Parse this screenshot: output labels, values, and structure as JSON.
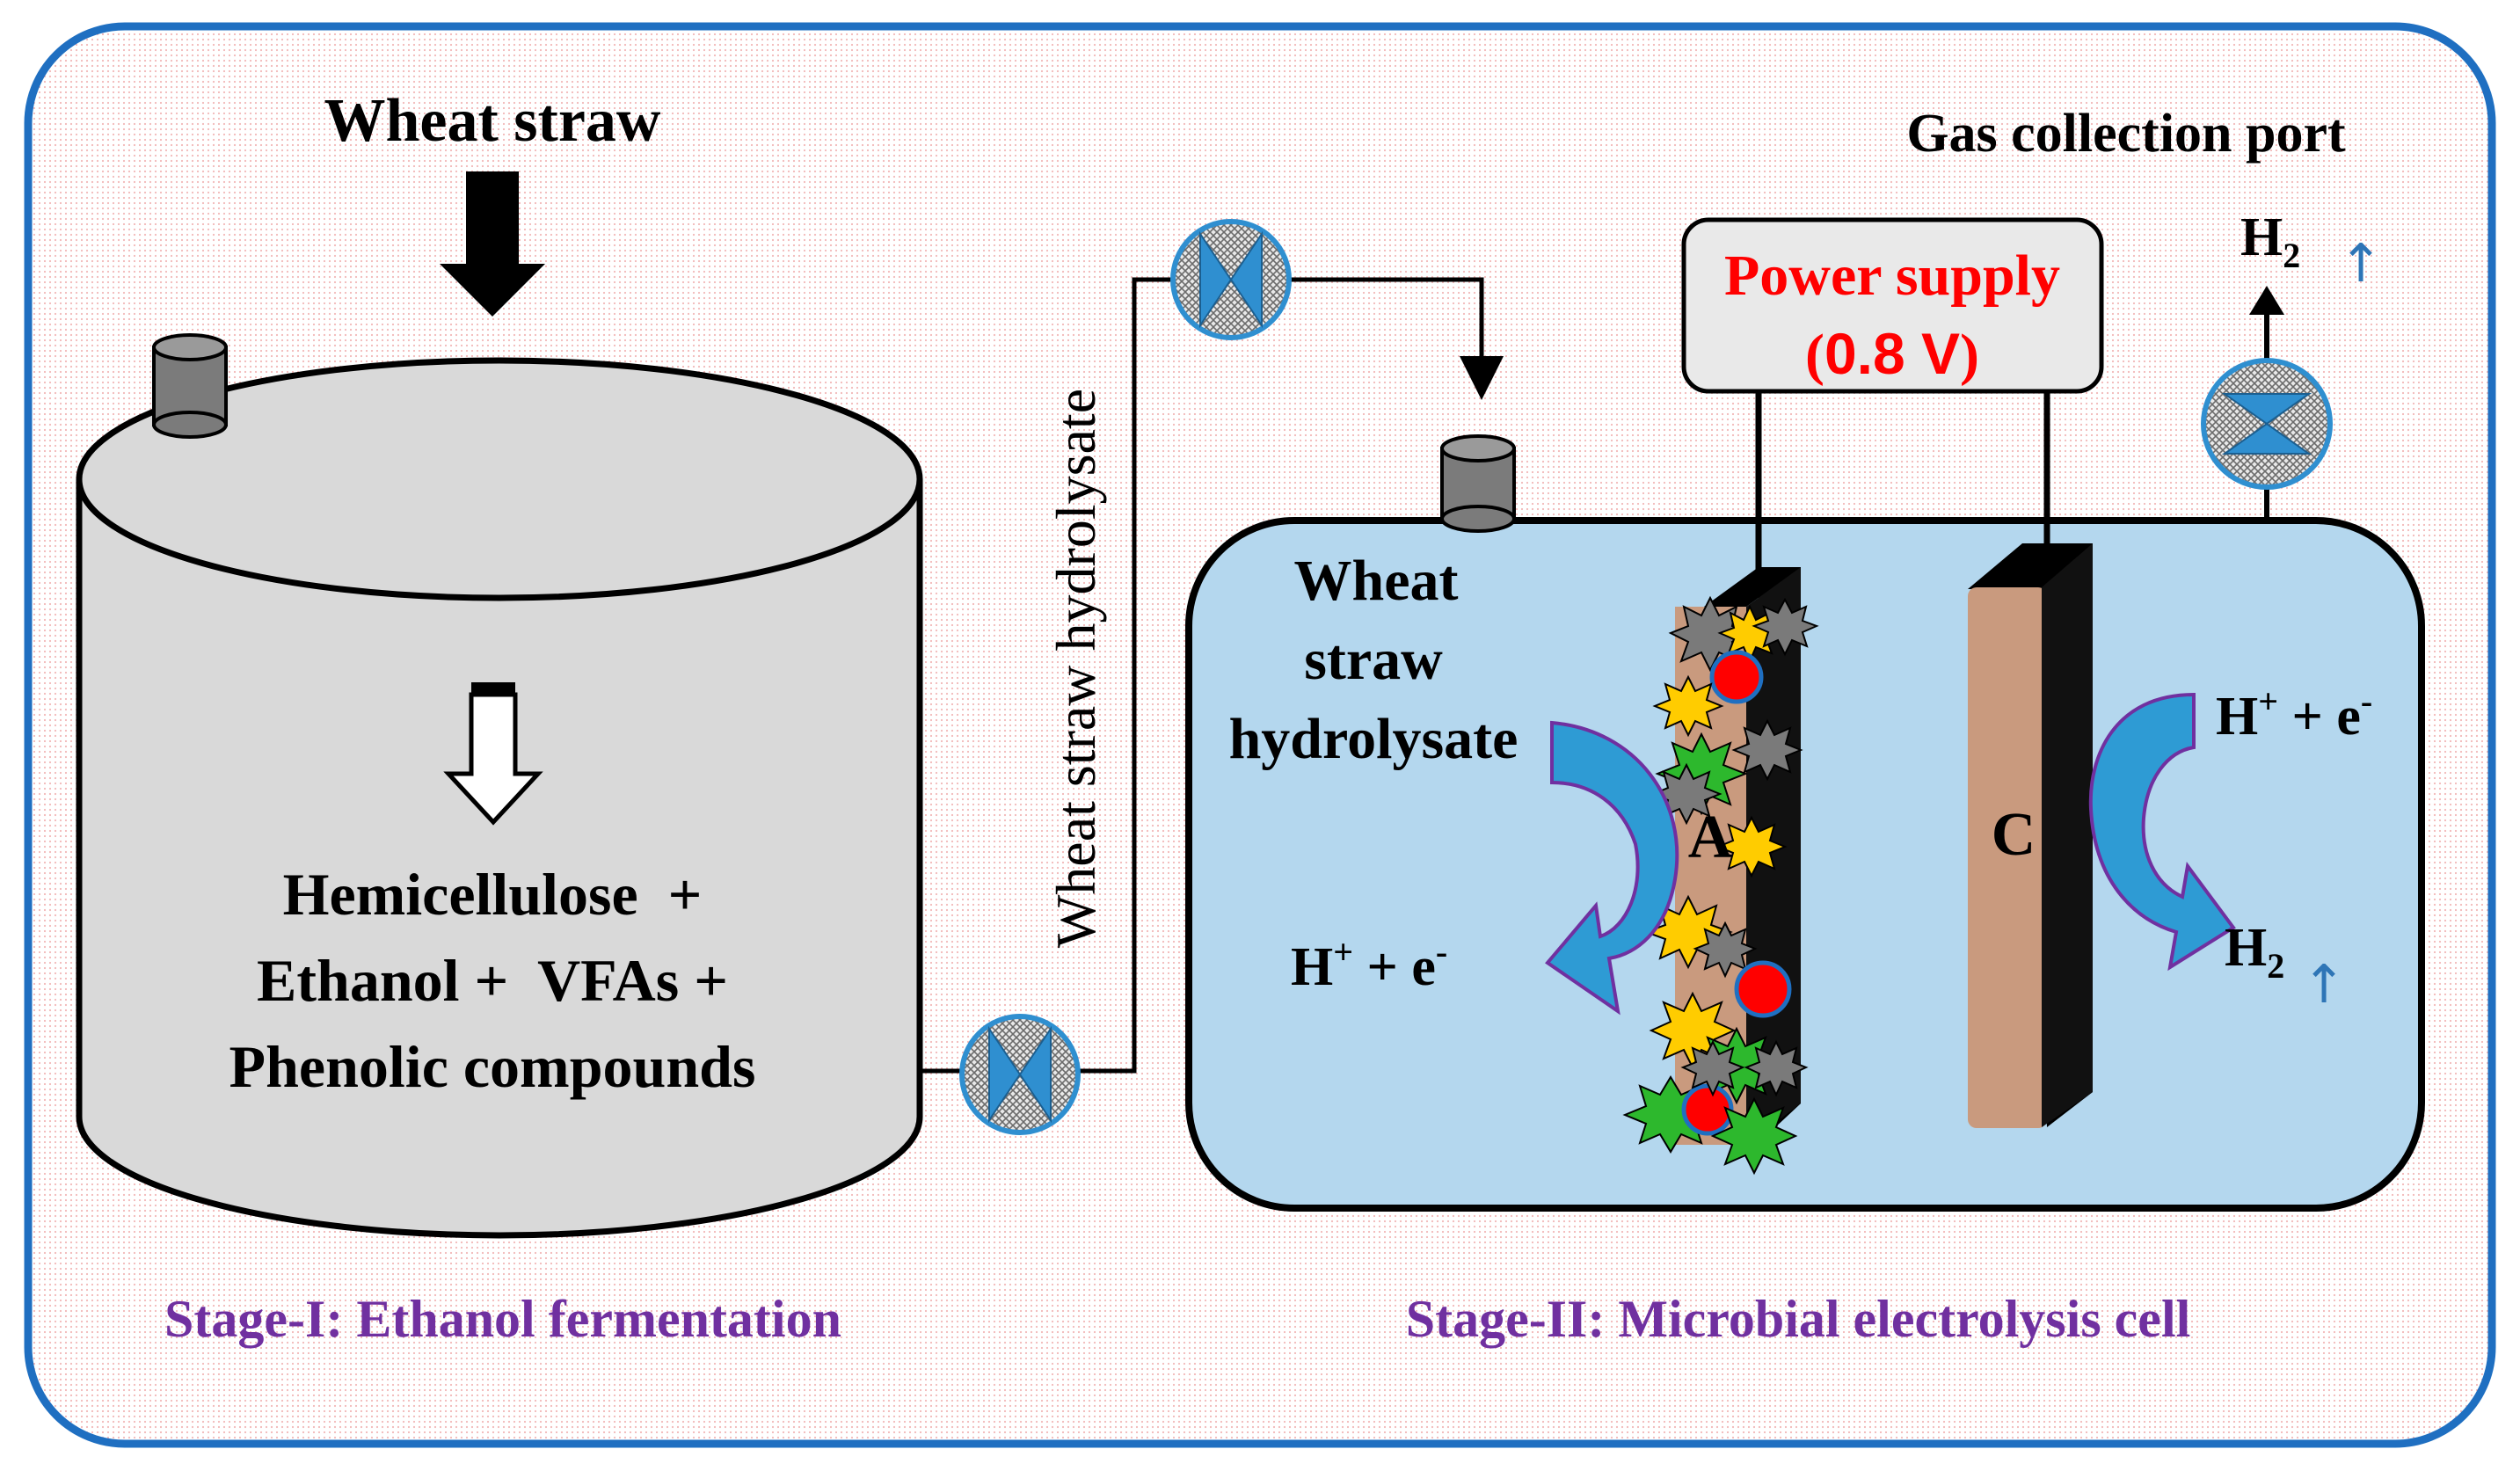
{
  "stage1": {
    "input_label": "Wheat straw",
    "products_line1": "Hemicellulose  +",
    "products_line2": "Ethanol +  VFAs +",
    "products_line3": "Phenolic compounds",
    "caption": "Stage-I: Ethanol fermentation"
  },
  "pipe_label": "Wheat straw hydrolysate",
  "stage2": {
    "gas_port_label": "Gas collection port",
    "h2_top": "H",
    "h2_top_sub": "2",
    "power_line1": "Power supply",
    "power_line2_open": "(",
    "power_line2_value": "0.8 V",
    "power_line2_close": ")",
    "feed_line1": "Wheat",
    "feed_line2": "straw",
    "feed_line3": "hydrolysate",
    "anode_label": "A",
    "cathode_label": "C",
    "anode_products_h": "H",
    "anode_products_sup": "+",
    "anode_products_e": " + e",
    "anode_products_esup": "-",
    "cathode_in_h": "H",
    "cathode_in_sup": "+",
    "cathode_in_e": " + e",
    "cathode_in_esup": "-",
    "cathode_out": "H",
    "cathode_out_sub": "2",
    "caption": "Stage-II: Microbial electrolysis cell"
  },
  "colors": {
    "frame": "#1f6fc1",
    "background": "#fdf3f3",
    "tank": "#d9d9d9",
    "cell_liquid": "#b4d7ee",
    "electrode": "#c99a7e",
    "caption": "#7030a0",
    "power_text": "#ff0000",
    "flow_arrow": "#2e9bd4",
    "valve": "#2f8fd0"
  }
}
